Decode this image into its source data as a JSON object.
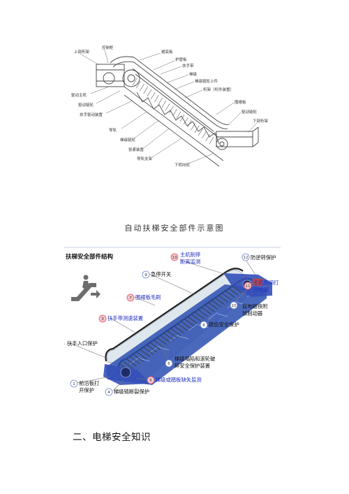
{
  "figure1": {
    "labels": {
      "upper_machine_room": "上部桁架",
      "controller": "控制柜",
      "deck": "裙底板",
      "guard_board": "护壁板",
      "handrail": "扶手带",
      "drive_main": "驱动主机",
      "step": "梯级",
      "step_chain_guide": "梯级链轮上件",
      "drive_sprocket": "驱动链轮",
      "truss": "桁架（桁件装置）",
      "handrail_drive": "扶手驱动装置",
      "skirt_panel": "围裙板",
      "lower_end": "下部桁架",
      "guide_rail": "导轨",
      "step_chain": "梯级链轮",
      "tension_device": "张紧装置",
      "guide": "导轨支架",
      "lower_wheel": "下转向轮",
      "lower_drive": "驱动链轮"
    },
    "caption": "自动扶梯安全部件示意图"
  },
  "figure2": {
    "title": "扶梯安全部件结构",
    "callouts": [
      {
        "num": "1",
        "text1": "前沿板打",
        "text2": "开保护",
        "blue": false,
        "color": "#1e5bb8"
      },
      {
        "num": "2",
        "text1": "扶手入口保护",
        "text2": "",
        "blue": false,
        "color": "#1e5bb8"
      },
      {
        "num": "3",
        "text1": "扶手带测速装置",
        "text2": "",
        "blue": true,
        "color": "#e0566a"
      },
      {
        "num": "4",
        "text1": "梯级链断裂保护",
        "text2": "",
        "blue": false,
        "color": "#1e5bb8"
      },
      {
        "num": "5",
        "text1": "梯级或踏板缺失监测",
        "text2": "",
        "blue": true,
        "color": "#e0566a"
      },
      {
        "num": "6",
        "text1": "梯级塌陷和滚轮破",
        "text2": "碎安全保护装置",
        "blue": false,
        "color": "#1e5bb8"
      },
      {
        "num": "7",
        "text1": "围裙板毛刷",
        "text2": "",
        "blue": true,
        "color": "#e0566a"
      },
      {
        "num": "8",
        "text1": "疏齿安全保护",
        "text2": "",
        "blue": false,
        "color": "#1e5bb8"
      },
      {
        "num": "9",
        "text1": "急停开关",
        "text2": "",
        "blue": false,
        "color": "#1e5bb8"
      },
      {
        "num": "10",
        "text1": "双电磁铁附",
        "text2": "加制动器",
        "blue": false,
        "color": "#1e5bb8"
      },
      {
        "num": "11",
        "text1": "主机抱闸打",
        "text2": "开检测",
        "blue": true,
        "color": "#e0566a"
      },
      {
        "num": "12",
        "text1": "防逆转保护",
        "text2": "",
        "blue": false,
        "color": "#1e5bb8"
      },
      {
        "num": "13",
        "text1": "主机制停",
        "text2": "距离监测",
        "blue": true,
        "color": "#e0566a"
      }
    ]
  },
  "heading": "二、电梯安全知识"
}
